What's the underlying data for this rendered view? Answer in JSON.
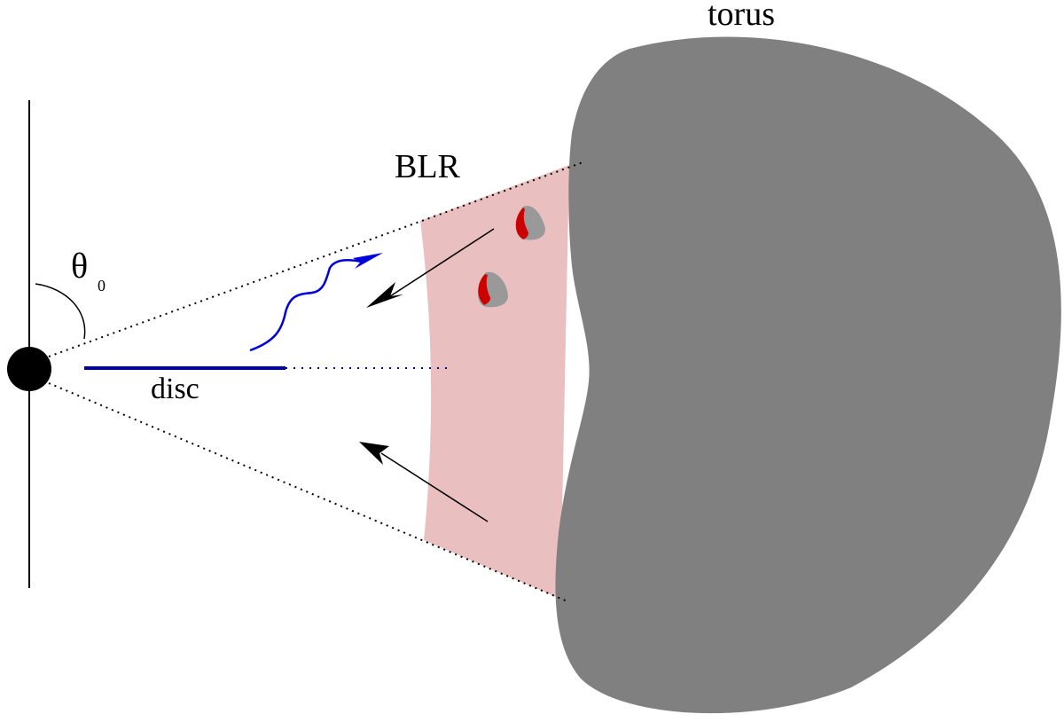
{
  "labels": {
    "torus": "torus",
    "blr": "BLR",
    "disc": "disc",
    "theta": "θ",
    "theta_subscript": "0"
  },
  "colors": {
    "torus": "#808080",
    "blr_region": "#eabfbf",
    "disc": "#0000aa",
    "photon": "#0000dd",
    "black_hole": "#000000",
    "cloud_body": "#999999",
    "cloud_face": "#cc0000",
    "lines": "#000000"
  }
}
